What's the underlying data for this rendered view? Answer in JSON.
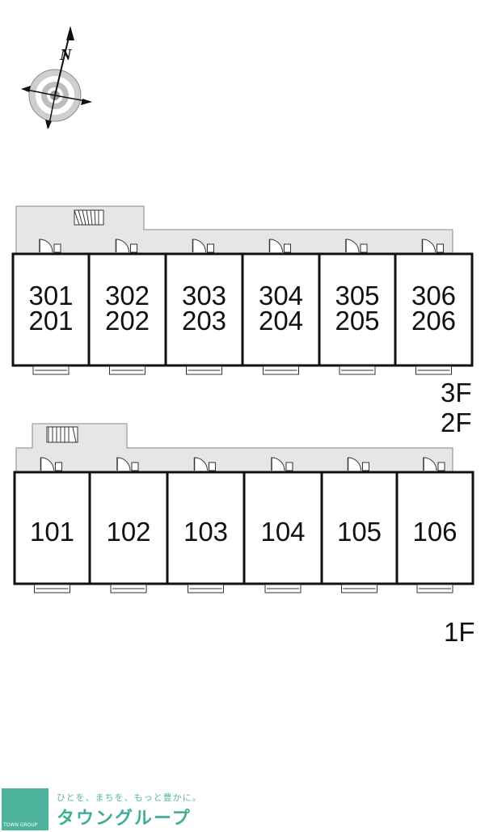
{
  "compass": {
    "north_label": "N"
  },
  "upper_block": {
    "floor_label_top": "3F",
    "floor_label_bottom": "2F",
    "units": [
      {
        "upper": "301",
        "lower": "201"
      },
      {
        "upper": "302",
        "lower": "202"
      },
      {
        "upper": "303",
        "lower": "203"
      },
      {
        "upper": "304",
        "lower": "204"
      },
      {
        "upper": "305",
        "lower": "205"
      },
      {
        "upper": "306",
        "lower": "206"
      }
    ]
  },
  "lower_block": {
    "floor_label": "1F",
    "units": [
      {
        "number": "101"
      },
      {
        "number": "102"
      },
      {
        "number": "103"
      },
      {
        "number": "104"
      },
      {
        "number": "105"
      },
      {
        "number": "106"
      }
    ]
  },
  "logo": {
    "tagline": "ひとを、まちを、もっと豊かに。",
    "name": "タウングループ",
    "small_text": "TOWN GROUP"
  },
  "colors": {
    "corridor": "#e6e6e6",
    "wall": "#111111",
    "brand": "#3fae96"
  }
}
